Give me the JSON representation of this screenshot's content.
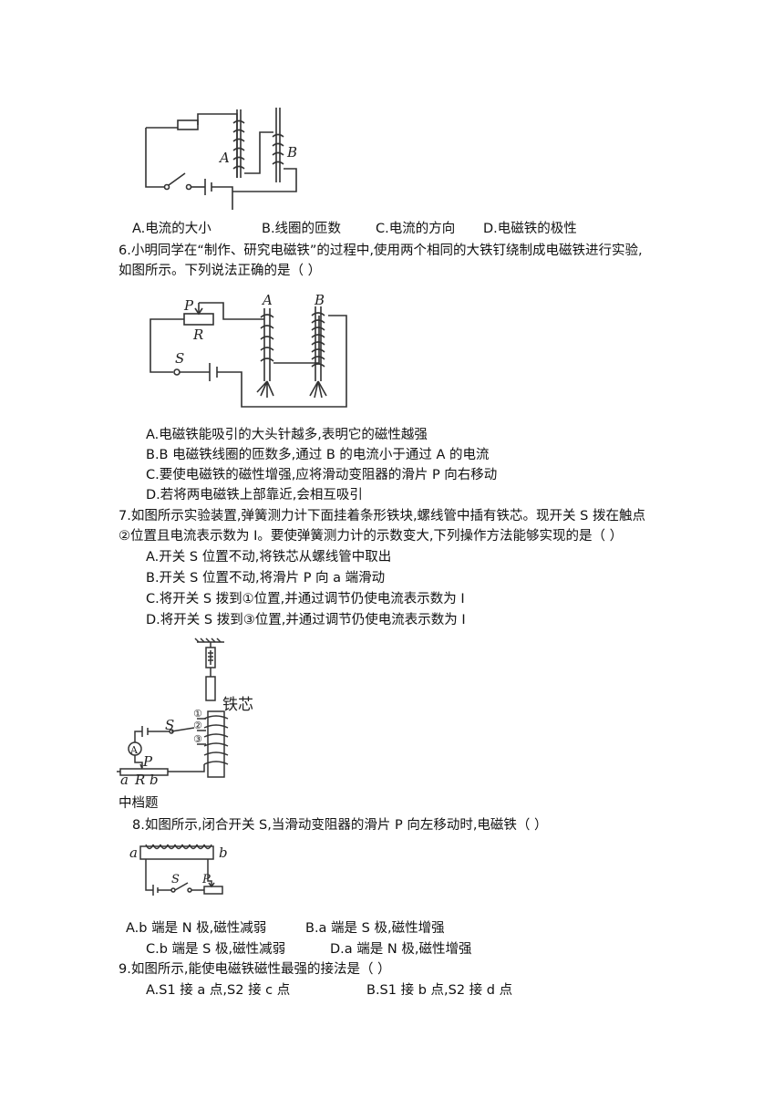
{
  "q5": {
    "figure_labels": {
      "a": "A",
      "b": "B"
    },
    "options": [
      "A.电流的大小",
      "B.线圈的匝数",
      "C.电流的方向",
      "D.电磁铁的极性"
    ]
  },
  "q6": {
    "stem_line1": "6.小明同学在“制作、研究电磁铁”的过程中,使用两个相同的大铁钉绕制成电磁铁进行实验,",
    "stem_line2": "如图所示。下列说法正确的是（      ）",
    "figure_labels": {
      "p": "P",
      "r": "R",
      "s": "S",
      "a": "A",
      "b": "B"
    },
    "options": [
      "A.电磁铁能吸引的大头针越多,表明它的磁性越强",
      "B.B 电磁铁线圈的匝数多,通过 B 的电流小于通过 A 的电流",
      "C.要使电磁铁的磁性增强,应将滑动变阻器的滑片 P 向右移动",
      "D.若将两电磁铁上部靠近,会相互吸引"
    ]
  },
  "q7": {
    "stem_line1": "7.如图所示实验装置,弹簧测力计下面挂着条形铁块,螺线管中插有铁芯。现开关 S 拨在触点",
    "stem_line2": "②位置且电流表示数为 I。要使弹簧测力计的示数变大,下列操作方法能够实现的是（      ）",
    "figure_labels": {
      "core": "铁芯",
      "s": "S",
      "p": "P",
      "ammeter": "A",
      "a": "a",
      "r": "R",
      "b": "b",
      "c1": "①",
      "c2": "②",
      "c3": "③"
    },
    "options": [
      "A.开关 S 位置不动,将铁芯从螺线管中取出",
      "B.开关 S 位置不动,将滑片 P 向 a 端滑动",
      "C.将开关 S 拨到①位置,并通过调节仍使电流表示数为 I",
      "D.将开关 S 拨到③位置,并通过调节仍使电流表示数为 I"
    ]
  },
  "section_title": "中档题",
  "q8": {
    "stem": "8.如图所示,闭合开关 S,当滑动变阻器的滑片 P 向左移动时,电磁铁（      ）",
    "figure_labels": {
      "a": "a",
      "b": "b",
      "s": "S",
      "p": "P"
    },
    "options": [
      "A.b 端是 N 极,磁性减弱",
      "B.a 端是 S 极,磁性增强",
      "C.b 端是 S 极,磁性减弱",
      "D.a 端是 N 极,磁性增强"
    ]
  },
  "q9": {
    "stem": "9.如图所示,能使电磁铁磁性最强的接法是（      ）",
    "options": [
      "A.S1 接 a 点,S2 接 c 点",
      "B.S1 接 b 点,S2 接 d 点"
    ]
  }
}
